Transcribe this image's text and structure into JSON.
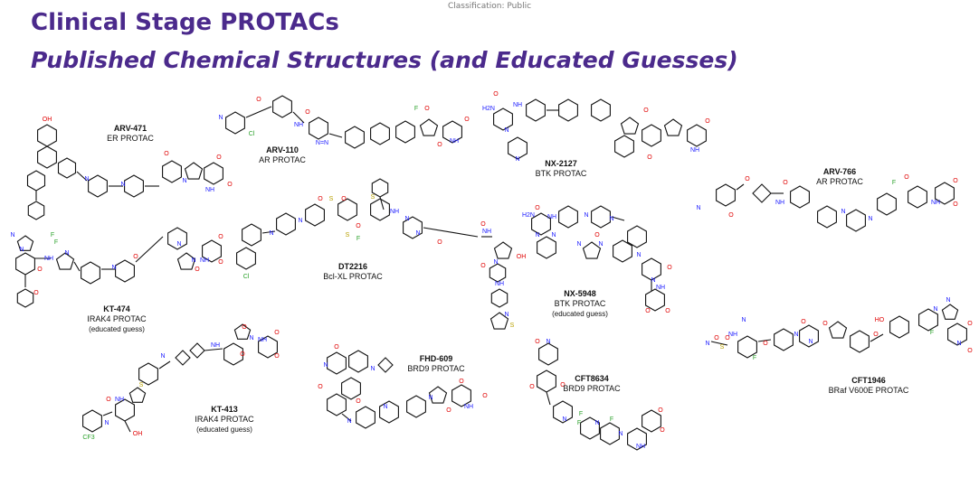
{
  "header": {
    "classification": "Classification: Public",
    "title": "Clinical Stage PROTACs",
    "subtitle": "Published Chemical Structures (and Educated Guesses)"
  },
  "compounds": [
    {
      "name": "ARV-471",
      "description": "ER PROTAC"
    },
    {
      "name": "ARV-110",
      "description": "AR PROTAC"
    },
    {
      "name": "NX-2127",
      "description": "BTK PROTAC"
    },
    {
      "name": "ARV-766",
      "description": "AR PROTAC"
    },
    {
      "name": "DT2216",
      "description": "Bcl-XL PROTAC"
    },
    {
      "name": "KT-474",
      "description": "IRAK4 PROTAC",
      "note": "(educated guess)"
    },
    {
      "name": "NX-5948",
      "description": "BTK PROTAC",
      "note": "(educated guess)"
    },
    {
      "name": "FHD-609",
      "description": "BRD9 PROTAC"
    },
    {
      "name": "KT-413",
      "description": "IRAK4 PROTAC",
      "note": "(educated guess)"
    },
    {
      "name": "CFT8634",
      "description": "BRD9 PROTAC"
    },
    {
      "name": "CFT1946",
      "description": "BRaf V600E PROTAC"
    }
  ],
  "colors": {
    "title": "#4b2a8c",
    "bond": "#111111",
    "nitrogen": "#1a1aff",
    "oxygen": "#e00000",
    "fluorine": "#2aa12a",
    "sulfur": "#b8a000"
  }
}
